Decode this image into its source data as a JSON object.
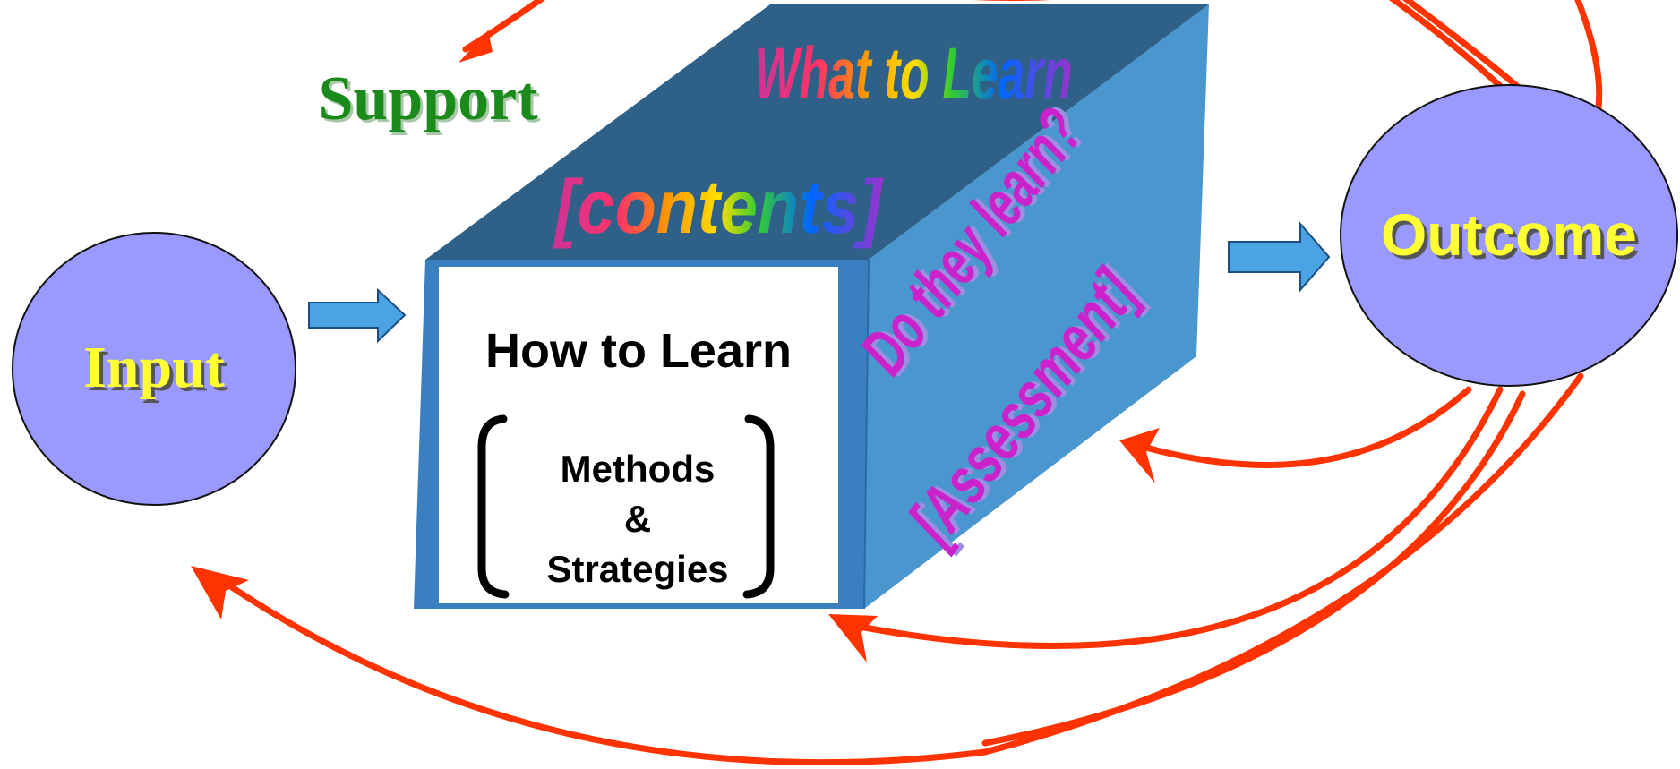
{
  "labels": {
    "input": "Input",
    "outcome": "Outcome",
    "support": "Support",
    "what_to_learn": "What to Learn",
    "contents": "[contents]",
    "how_to_learn": "How to Learn",
    "methods": "Methods",
    "ampersand": "&",
    "strategies": "Strategies",
    "do_they_learn": "Do they learn?",
    "assessment": "[Assessment]"
  },
  "colors": {
    "circle_fill": "#9999ff",
    "circle_text": "#ffff33",
    "support_text": "#1a8a1a",
    "box_top": "#2f6088",
    "box_side": "#4a96cf",
    "box_frame": "#3a7fbf",
    "side_text": "#cc22cc",
    "arrow_red": "#ff3300",
    "arrow_blue": "#4ba3e3"
  },
  "rainbow": [
    "#cc3399",
    "#ff3366",
    "#ff6600",
    "#ffcc00",
    "#66cc00",
    "#00aa66",
    "#0066ff",
    "#3333cc",
    "#9933cc"
  ]
}
